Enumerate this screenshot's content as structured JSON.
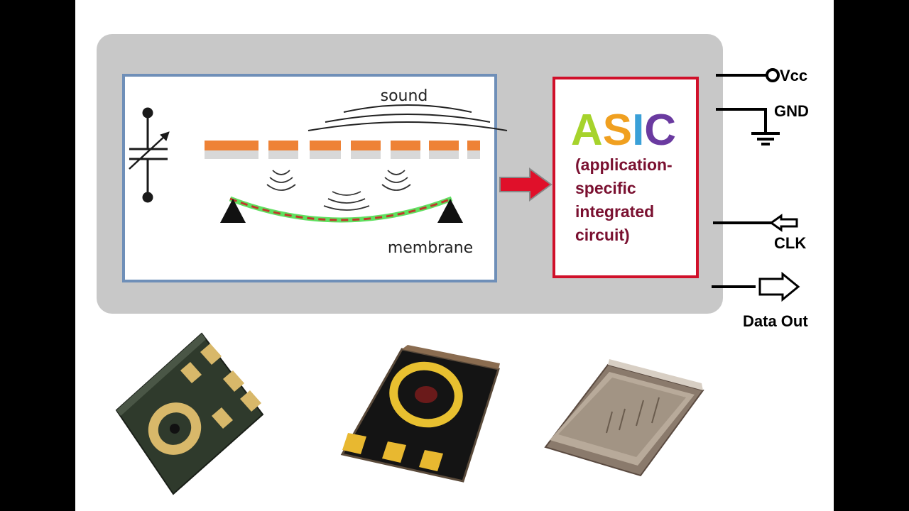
{
  "colors": {
    "background": "#000000",
    "slide": "#ffffff",
    "module_box": "#c8c8c8",
    "mems_border": "#6f8fb8",
    "asic_border": "#d0102a",
    "arrow": "#e0102a",
    "backplate": "#ee8236",
    "membrane": "#c0392b",
    "membrane_glow": "#60e060",
    "asic_A": "#a6d32c",
    "asic_S": "#f0a020",
    "asic_I": "#3aa0d8",
    "asic_C": "#6a3aa0",
    "asic_text": "#7a1030"
  },
  "mems": {
    "sound_label": "sound",
    "membrane_label": "membrane"
  },
  "asic": {
    "title_a": "A",
    "title_s": "S",
    "title_i": "I",
    "title_c": "C",
    "desc_line1": "(application-",
    "desc_line2": "specific",
    "desc_line3": "integrated",
    "desc_line4": "circuit)"
  },
  "pins": {
    "vcc": "Vcc",
    "gnd": "GND",
    "clk": "CLK",
    "data_out": "Data Out"
  },
  "chip2_markings": "",
  "chip3_markings": ""
}
